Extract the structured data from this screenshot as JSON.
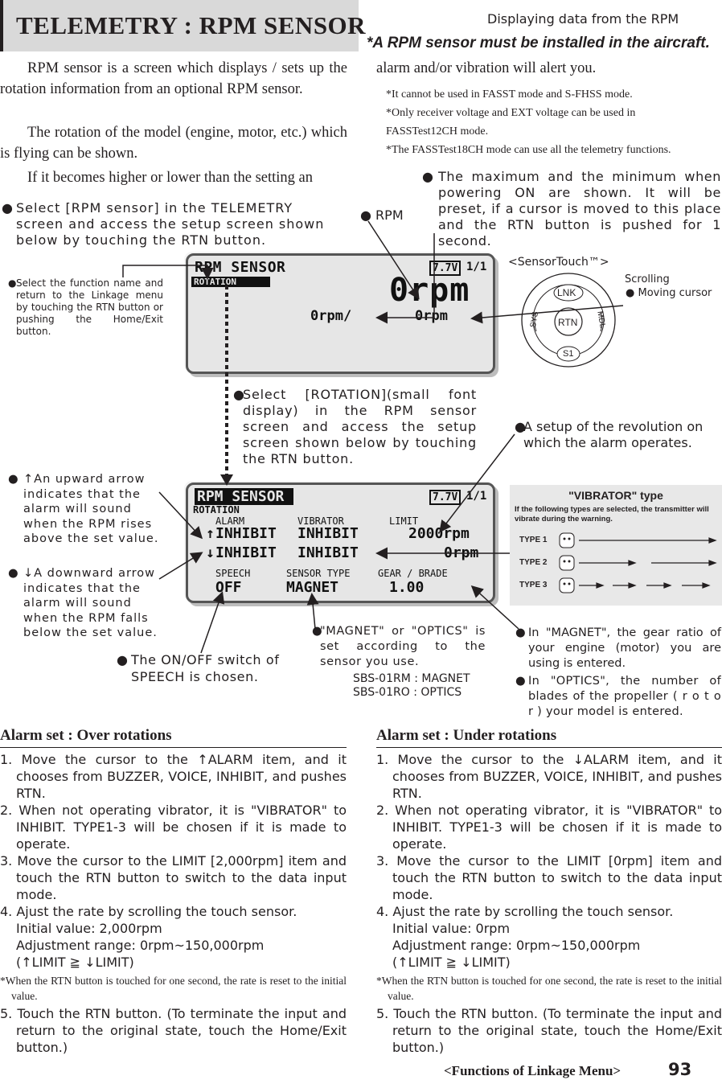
{
  "header": {
    "title": "TELEMETRY : RPM SENSOR",
    "subtitle": "Displaying data from the RPM",
    "requirement": "*A RPM sensor must be installed in the aircraft."
  },
  "intro": {
    "p1": "RPM sensor is a screen which displays / sets up the rotation information from an optional RPM sensor.",
    "p2": "The rotation of the model (engine, motor, etc.) which is flying can be shown.",
    "p3": "If it becomes higher or lower than the setting an",
    "p4": "alarm and/or vibration will alert you.",
    "notes": [
      "*It cannot be used in FASST mode and S-FHSS mode.",
      "*Only receiver voltage and EXT voltage can be used in",
      "FASSTest12CH mode.",
      "*The FASSTest18CH mode can use all the telemetry functions."
    ]
  },
  "callouts": {
    "select_rpm": "Select [RPM sensor] in the TELEMETRY screen and access the setup screen shown below by touching the RTN button.",
    "rpm": "RPM",
    "maxmin": "The maximum and the minimum when powering ON are shown. It will be preset, if a cursor is moved to this place and the RTN button is pushed for 1 second.",
    "sensortouch": "<SensorTouch™>",
    "scrolling": "Scrolling",
    "moving_cursor": "Moving cursor",
    "return_note": "Select the function name and return to the Linkage menu by touching the RTN button or pushing the Home/Exit button.",
    "select_rotation": "Select [ROTATION](small font display) in the RPM sensor screen and access the setup screen shown below by touching the RTN button.",
    "alarm_setup": "A setup of the revolution on which the alarm operates.",
    "up_arrow": "↑An upward arrow indicates that the alarm will sound when the RPM rises above the set value.",
    "down_arrow": "↓A downward arrow indicates that the alarm will sound when the RPM falls below the set value.",
    "speech": "The ON/OFF switch of SPEECH is chosen.",
    "magnet_optics": "\"MAGNET\" or \"OPTICS\" is set according to the sensor you use.",
    "sbs1": "SBS-01RM : MAGNET",
    "sbs2": "SBS-01RO : OPTICS",
    "gear_magnet": "In \"MAGNET\", the gear ratio of your engine (motor) you are using is entered.",
    "gear_optics": "In \"OPTICS\", the number of blades of the propeller ( r o t o r ) your model is entered."
  },
  "dial": {
    "top": "LNK",
    "center": "RTN",
    "left": "SYS",
    "right": "MDL",
    "bottom": "S1"
  },
  "screen1": {
    "title": "RPM SENSOR",
    "battery": "7.7V",
    "page": "1/1",
    "tab": "ROTATION",
    "big_value": "0rpm",
    "max_value": "0rpm/",
    "min_value": "0rpm"
  },
  "screen2": {
    "title": "RPM SENSOR",
    "battery": "7.7V",
    "page": "1/1",
    "tab": "ROTATION",
    "col_alarm": "ALARM",
    "col_vibrator": "VIBRATOR",
    "col_limit": "LIMIT",
    "row_up": {
      "arrow": "↑",
      "alarm": "INHIBIT",
      "vibrator": "INHIBIT",
      "limit": "2000rpm"
    },
    "row_down": {
      "arrow": "↓",
      "alarm": "INHIBIT",
      "vibrator": "INHIBIT",
      "limit": "0rpm"
    },
    "lbl_speech": "SPEECH",
    "lbl_sensor_type": "SENSOR TYPE",
    "lbl_gear": "GEAR / BRADE",
    "val_speech": "OFF",
    "val_sensor_type": "MAGNET",
    "val_gear": "1.00"
  },
  "vibrator_type": {
    "title": "\"VIBRATOR\" type",
    "desc": "If the following types are selected, the transmitter will vibrate during the warning.",
    "types": [
      "TYPE 1",
      "TYPE 2",
      "TYPE 3"
    ]
  },
  "over": {
    "heading": "Alarm set : Over rotations",
    "s1": "1. Move the cursor to the ↑ALARM  item, and it chooses from BUZZER, VOICE, INHIBIT, and pushes RTN.",
    "s2": "2. When not operating vibrator, it is \"VIBRATOR\" to INHIBIT. TYPE1-3 will be chosen if it is made to operate.",
    "s3": "3. Move the cursor to the LIMIT [2,000rpm] item and touch the RTN button to switch to the data input mode.",
    "s4": "4. Ajust the rate by scrolling the touch sensor.",
    "s4a": "Initial value: 2,000rpm",
    "s4b": "Adjustment range: 0rpm~150,000rpm",
    "s4c": "(↑LIMIT ≧ ↓LIMIT)",
    "note": "*When the RTN button is touched for one second, the rate is reset to the initial value.",
    "s5": "5. Touch the RTN button. (To terminate the input and return to the original state, touch the Home/Exit button.)"
  },
  "under": {
    "heading": "Alarm set : Under rotations",
    "s1": "1. Move the cursor to the ↓ALARM  item, and it chooses from BUZZER, VOICE, INHIBIT, and pushes RTN.",
    "s2": "2. When not operating vibrator, it is \"VIBRATOR\" to INHIBIT. TYPE1-3 will be chosen if it is made to operate.",
    "s3": "3. Move the cursor to the LIMIT [0rpm] item and touch the RTN button to switch to the data input mode.",
    "s4": "4. Ajust the rate by scrolling the touch sensor.",
    "s4a": "Initial value: 0rpm",
    "s4b": "Adjustment range: 0rpm~150,000rpm",
    "s4c": "(↑LIMIT ≧ ↓LIMIT)",
    "note": "*When the RTN button is touched for one second, the rate is reset to the initial value.",
    "s5": "5. Touch the RTN button. (To terminate the input and return to the original state, touch the Home/Exit button.)"
  },
  "footer": {
    "section": "<Functions of Linkage Menu>",
    "page": "93"
  }
}
